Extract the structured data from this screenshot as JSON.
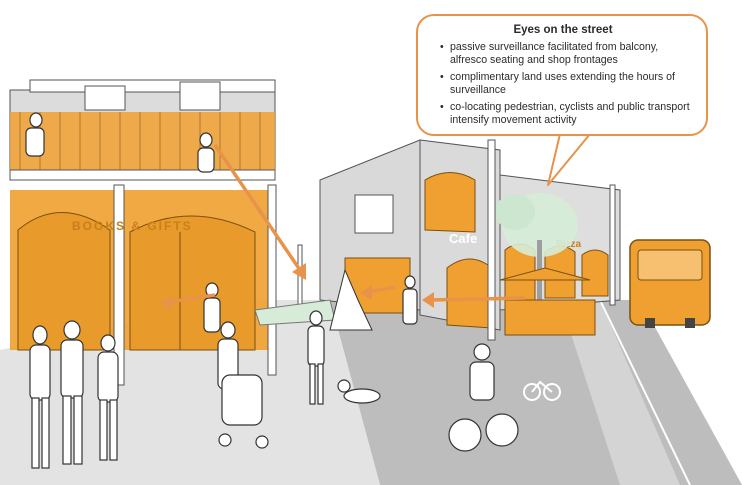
{
  "callout": {
    "title": "Eyes on the street",
    "points": [
      "passive surveillance facilitated from balcony, alfresco seating and shop frontages",
      "complimentary land uses extending the hours of surveillance",
      "co-locating pedestrian, cyclists and public transport  intensify movement activity"
    ]
  },
  "signs": {
    "shop": "BOOKS & GIFTS",
    "cafe": "Cafe",
    "pizza": "Pizza"
  },
  "colors": {
    "accent": "#f0a030",
    "arrow": "#e8924a",
    "building": "#d9d9d9",
    "road": "#bfbfbf",
    "foliage": "#d6ecd8"
  }
}
